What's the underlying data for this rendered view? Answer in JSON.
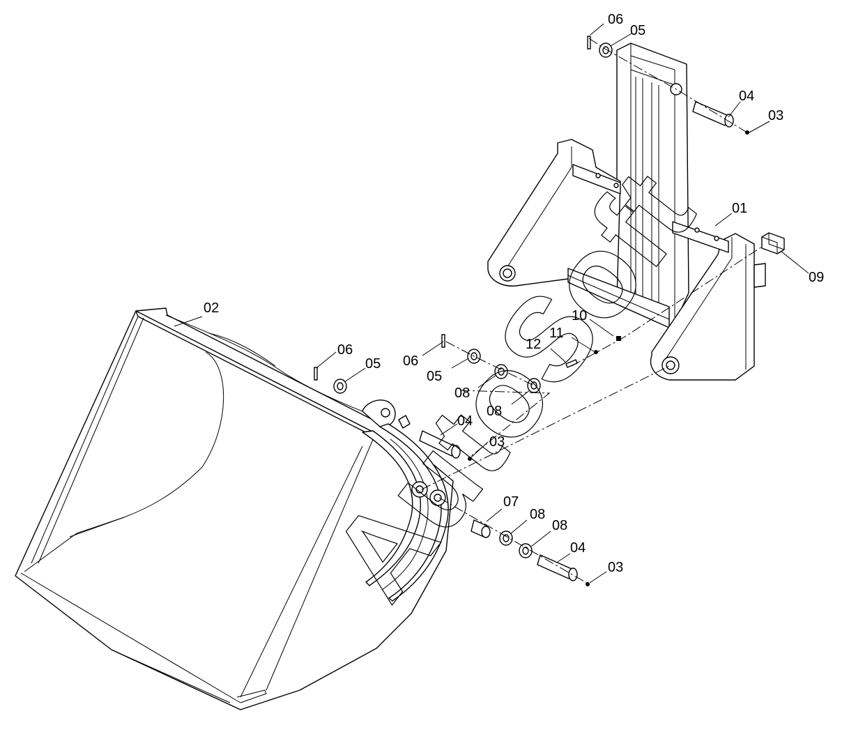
{
  "diagram": {
    "watermark": "AutoSoft",
    "part_labels": {
      "p01": "01",
      "p02": "02",
      "p03": "03",
      "p04": "04",
      "p05": "05",
      "p06": "06",
      "p07": "07",
      "p08": "08",
      "p09": "09",
      "p10": "10",
      "p11": "11",
      "p12": "12"
    }
  }
}
